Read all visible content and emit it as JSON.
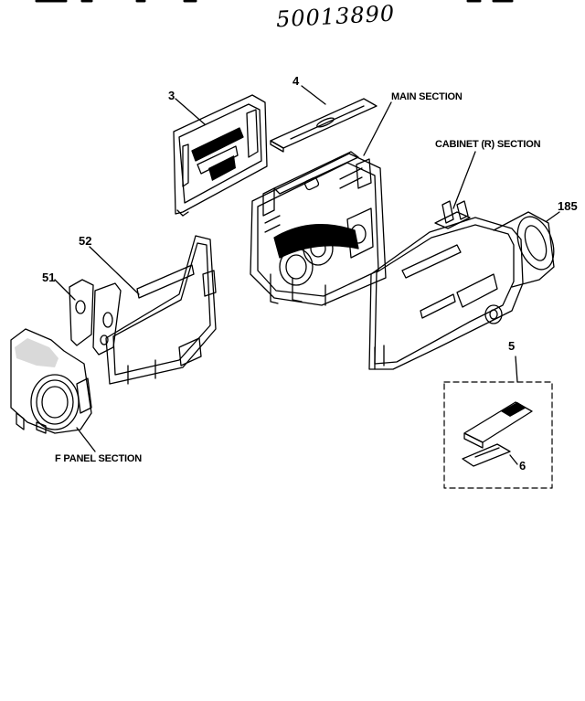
{
  "header": {
    "handwritten_code": "50013890"
  },
  "labels": {
    "part_3": "3",
    "part_4": "4",
    "main_section": "MAIN SECTION",
    "cabinet_r_section": "CABINET (R) SECTION",
    "part_185": "185",
    "part_52": "52",
    "part_51": "51",
    "part_5": "5",
    "part_6": "6",
    "f_panel_section": "F PANEL SECTION"
  }
}
